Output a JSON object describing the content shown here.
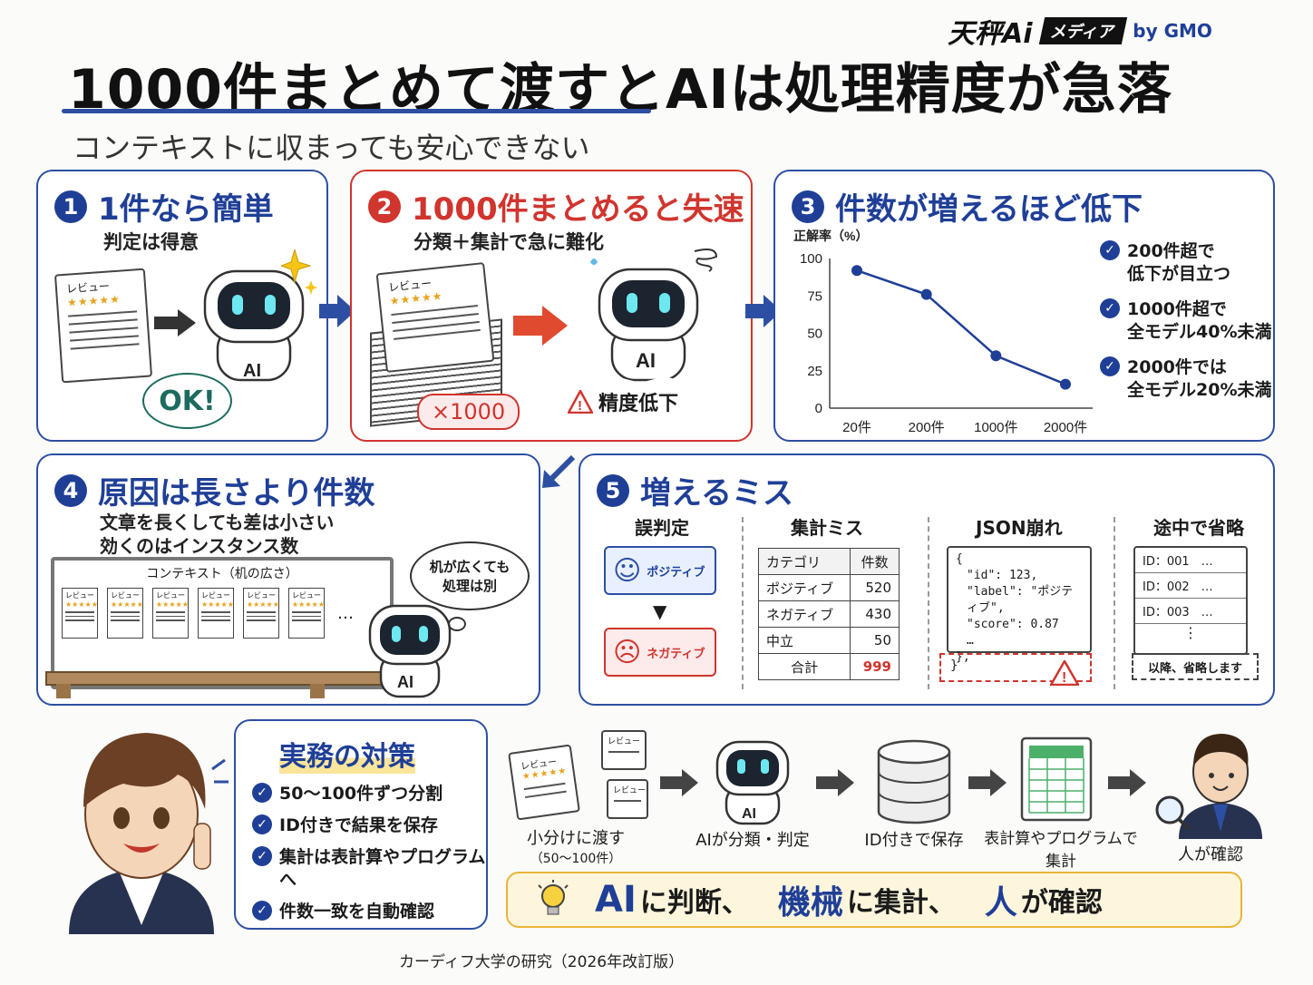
{
  "brand": {
    "name": "天秤Ai",
    "media": "メディア",
    "by": "by GMO"
  },
  "title": "1000件まとめて渡すとAIは処理精度が急落",
  "subtitle": "コンテキストに収まっても安心できない",
  "panel1": {
    "num": "1",
    "title": "1件なら簡単",
    "desc": "判定は得意",
    "doc_label": "レビュー",
    "ok": "OK!",
    "ai": "AI"
  },
  "panel2": {
    "num": "2",
    "title": "1000件まとめると失速",
    "desc": "分類＋集計で急に難化",
    "doc_label": "レビュー",
    "times": "×1000",
    "ai": "AI",
    "warning": "精度低下"
  },
  "panel3": {
    "num": "3",
    "title": "件数が増えるほど低下",
    "chart_data": {
      "type": "line",
      "ylabel": "正解率（%）",
      "categories": [
        "20件",
        "200件",
        "1000件",
        "2000件"
      ],
      "values": [
        92,
        76,
        35,
        16
      ],
      "yticks": [
        0,
        25,
        50,
        75,
        100
      ],
      "ylim": [
        0,
        100
      ],
      "color": "#1f3f97"
    },
    "notes": [
      {
        "l1": "200件超で",
        "l2": "低下が目立つ"
      },
      {
        "l1": "1000件超で",
        "l2": "全モデル40%未満"
      },
      {
        "l1": "2000件では",
        "l2": "全モデル20%未満"
      }
    ]
  },
  "panel4": {
    "num": "4",
    "title": "原因は長さより件数",
    "desc1": "文章を長くしても差は小さい",
    "desc2": "効くのはインスタンス数",
    "board": "コンテキスト（机の広さ）",
    "doc_label": "レビュー",
    "thought1": "机が広くても",
    "thought2": "処理は別",
    "ai": "AI",
    "ellipsis": "…"
  },
  "panel5": {
    "num": "5",
    "title": "増えるミス",
    "col1": {
      "head": "誤判定",
      "pos": "ポジティブ",
      "neg": "ネガティブ"
    },
    "col2": {
      "head": "集計ミス",
      "h1": "カテゴリ",
      "h2": "件数",
      "rows": [
        [
          "ポジティブ",
          "520"
        ],
        [
          "ネガティブ",
          "430"
        ],
        [
          "中立",
          "50"
        ]
      ],
      "total_label": "合計",
      "total_value": "999"
    },
    "col3": {
      "head": "JSON崩れ",
      "lines": [
        "{",
        "\"id\": 123,",
        "\"label\": \"ポジティブ\",",
        "\"score\": 0.87",
        "…",
        "},"
      ],
      "close": "}"
    },
    "col4": {
      "head": "途中で省略",
      "ids": [
        "ID：001　…",
        "ID：002　…",
        "ID：003　…"
      ],
      "dots": "⋮",
      "omitted": "以降、省略します"
    }
  },
  "measures": {
    "title": "実務の対策",
    "items": [
      "50〜100件ずつ分割",
      "ID付きで結果を保存",
      "集計は表計算やプログラムへ",
      "件数一致を自動確認"
    ]
  },
  "flow": [
    {
      "l1": "小分けに渡す",
      "l2": "（50〜100件）"
    },
    {
      "l1": "AIが分類・判定",
      "l2": ""
    },
    {
      "l1": "ID付きで保存",
      "l2": ""
    },
    {
      "l1": "表計算やプログラムで",
      "l2": "集計"
    },
    {
      "l1": "人が確認",
      "l2": ""
    }
  ],
  "flow_doc_label": "レビュー",
  "flow_ai": "AI",
  "slogan": {
    "p1": "AI",
    "p2": "に判断、",
    "p3": "機械",
    "p4": "に集計、",
    "p5": "人",
    "p6": "が確認"
  },
  "footer": "カーディフ大学の研究（2026年改訂版）"
}
